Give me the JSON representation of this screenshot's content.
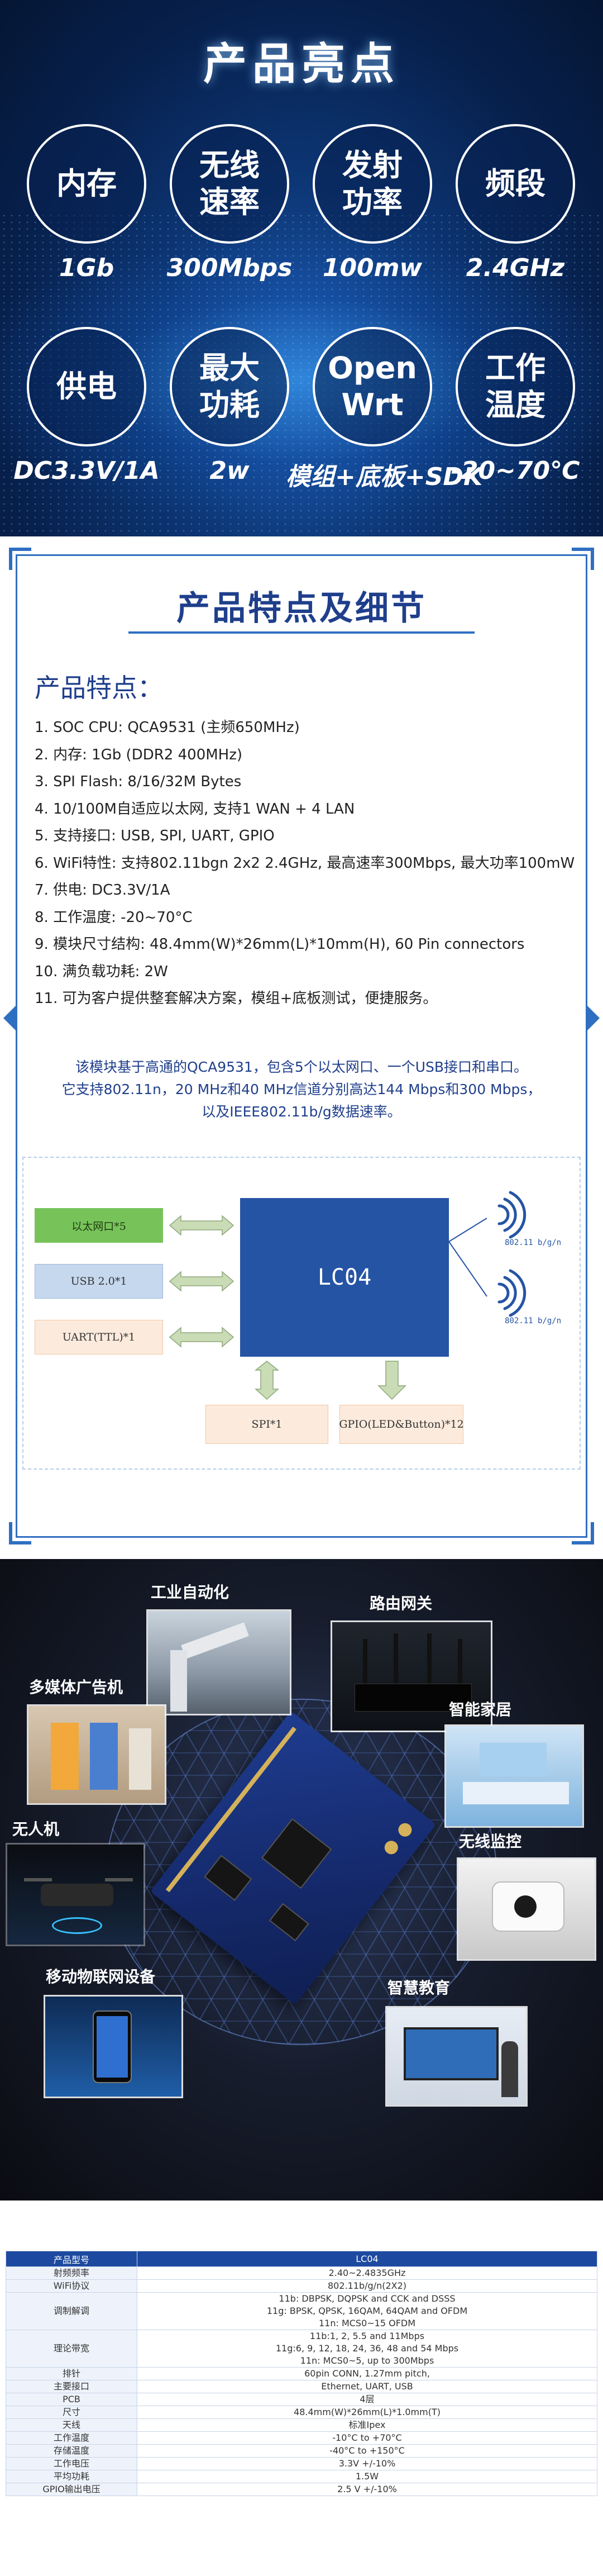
{
  "highlights": {
    "title": "产品亮点",
    "items": [
      {
        "label": "内存",
        "value": "1Gb"
      },
      {
        "label": "无线\n速率",
        "value": "300Mbps"
      },
      {
        "label": "发射\n功率",
        "value": "100mw"
      },
      {
        "label": "频段",
        "value": "2.4GHz"
      },
      {
        "label": "供电",
        "value": "DC3.3V/1A"
      },
      {
        "label": "最大\n功耗",
        "value": "2w"
      },
      {
        "label": "Open\nWrt",
        "value": "模组+底板+SDK"
      },
      {
        "label": "工作\n温度",
        "value": "-20~70℃"
      }
    ]
  },
  "features": {
    "title": "产品特点及细节",
    "subtitle": "产品特点：",
    "list": [
      "1. SOC CPU: QCA9531 (主频650MHz)",
      "2. 内存: 1Gb (DDR2 400MHz)",
      "3. SPI Flash: 8/16/32M Bytes",
      "4. 10/100M自适应以太网, 支持1 WAN + 4 LAN",
      "5. 支持接口: USB, SPI, UART, GPIO",
      "6. WiFi特性: 支持802.11bgn 2x2 2.4GHz, 最高速率300Mbps, 最大功率100mW",
      "7. 供电: DC3.3V/1A",
      "8. 工作温度: -20~70°C",
      "9. 模块尺寸结构: 48.4mm(W)*26mm(L)*10mm(H), 60 Pin connectors",
      "10. 满负载功耗: 2W",
      "11. 可为客户提供整套解决方案，模组+底板测试，便捷服务。"
    ],
    "intro": [
      "该模块基于高通的QCA9531，包含5个以太网口、一个USB接口和串口。",
      "它支持802.11n，20 MHz和40 MHz信道分别高达144 Mbps和300 Mbps，",
      "以及IEEE802.11b/g数据速率。"
    ],
    "diagram": {
      "eth": "以太网口*5",
      "usb": "USB 2.0*1",
      "uart": "UART(TTL)*1",
      "main": "LC04",
      "spi": "SPI*1",
      "gpio": "GPIO(LED&Button)*12",
      "wifi1": "802.11 b/g/n",
      "wifi2": "802.11 b/g/n",
      "colors": {
        "main": "#2554a4",
        "eth": "#77c35a",
        "usb": "#c6d8ee",
        "uart": "#fcebdd",
        "arrow": "#c9dcb6"
      }
    }
  },
  "applications": {
    "items": [
      {
        "label": "工业自动化"
      },
      {
        "label": "路由网关"
      },
      {
        "label": "多媒体广告机"
      },
      {
        "label": "智能家居"
      },
      {
        "label": "无人机"
      },
      {
        "label": "无线监控"
      },
      {
        "label": "移动物联网设备"
      },
      {
        "label": "智慧教育"
      }
    ]
  },
  "specs": {
    "header": [
      "产品型号",
      "LC04"
    ],
    "rows": [
      {
        "key": "射频频率",
        "value": [
          "2.40~2.4835GHz"
        ]
      },
      {
        "key": "WiFi协议",
        "value": [
          "802.11b/g/n(2X2)"
        ]
      },
      {
        "key": "调制解调",
        "value": [
          "11b: DBPSK, DQPSK and CCK and DSSS",
          "11g: BPSK, QPSK, 16QAM, 64QAM and OFDM",
          "11n: MCS0~15 OFDM"
        ]
      },
      {
        "key": "理论带宽",
        "value": [
          "11b:1, 2, 5.5 and 11Mbps",
          "11g:6, 9, 12, 18, 24, 36, 48 and 54 Mbps",
          "11n: MCS0~5, up to 300Mbps"
        ]
      },
      {
        "key": "排针",
        "value": [
          "60pin CONN, 1.27mm pitch,"
        ]
      },
      {
        "key": "主要接口",
        "value": [
          "Ethernet, UART, USB"
        ]
      },
      {
        "key": "PCB",
        "value": [
          "4层"
        ]
      },
      {
        "key": "尺寸",
        "value": [
          "48.4mm(W)*26mm(L)*1.0mm(T)"
        ]
      },
      {
        "key": "天线",
        "value": [
          "标准Ipex"
        ]
      },
      {
        "key": "工作温度",
        "value": [
          "-10°C to +70°C"
        ]
      },
      {
        "key": "存储温度",
        "value": [
          "-40°C to +150°C"
        ]
      },
      {
        "key": "工作电压",
        "value": [
          "3.3V +/-10%"
        ]
      },
      {
        "key": "平均功耗",
        "value": [
          "1.5W"
        ]
      },
      {
        "key": "GPIO输出电压",
        "value": [
          "2.5 V +/-10%"
        ]
      }
    ]
  }
}
